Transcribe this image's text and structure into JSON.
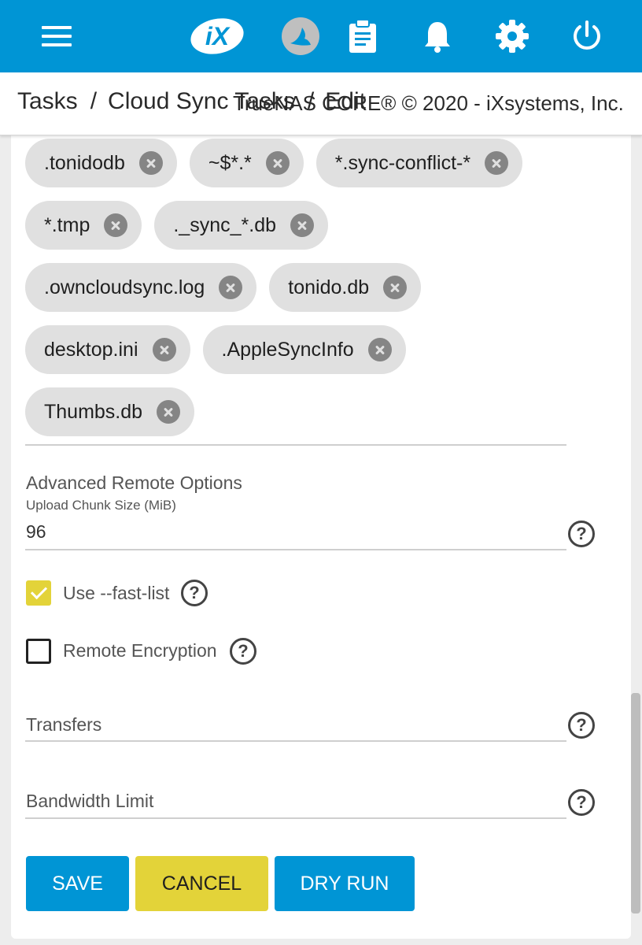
{
  "topbar": {
    "icons": [
      "menu-icon",
      "ix-logo-icon",
      "truecommand-icon",
      "clipboard-icon",
      "bell-icon",
      "gear-icon",
      "power-icon"
    ],
    "logo_text": "iX",
    "accent": "#0095d5"
  },
  "breadcrumb": {
    "items": [
      "Tasks",
      "Cloud Sync Tasks",
      "Edit"
    ],
    "separator": "/",
    "copyright": "TrueNAS CORE® © 2020 - iXsystems, Inc."
  },
  "exclude_chips": [
    [
      ".tonidodb",
      "~$*.*",
      "*.sync-conflict-*"
    ],
    [
      "*.tmp",
      "._sync_*.db"
    ],
    [
      ".owncloudsync.log",
      "tonido.db"
    ],
    [
      "desktop.ini",
      ".AppleSyncInfo"
    ],
    [
      "Thumbs.db"
    ]
  ],
  "advanced": {
    "title": "Advanced Remote Options",
    "chunk_label": "Upload Chunk Size (MiB)",
    "chunk_value": "96",
    "fast_list_label": "Use --fast-list",
    "fast_list_checked": true,
    "encryption_label": "Remote Encryption",
    "encryption_checked": false,
    "transfers_placeholder": "Transfers",
    "bandwidth_placeholder": "Bandwidth Limit"
  },
  "help_glyph": "?",
  "buttons": {
    "save": "SAVE",
    "cancel": "CANCEL",
    "dry_run": "DRY RUN"
  },
  "colors": {
    "primary": "#0095d5",
    "cancel": "#e3d339",
    "chip": "#e0e0e0"
  }
}
